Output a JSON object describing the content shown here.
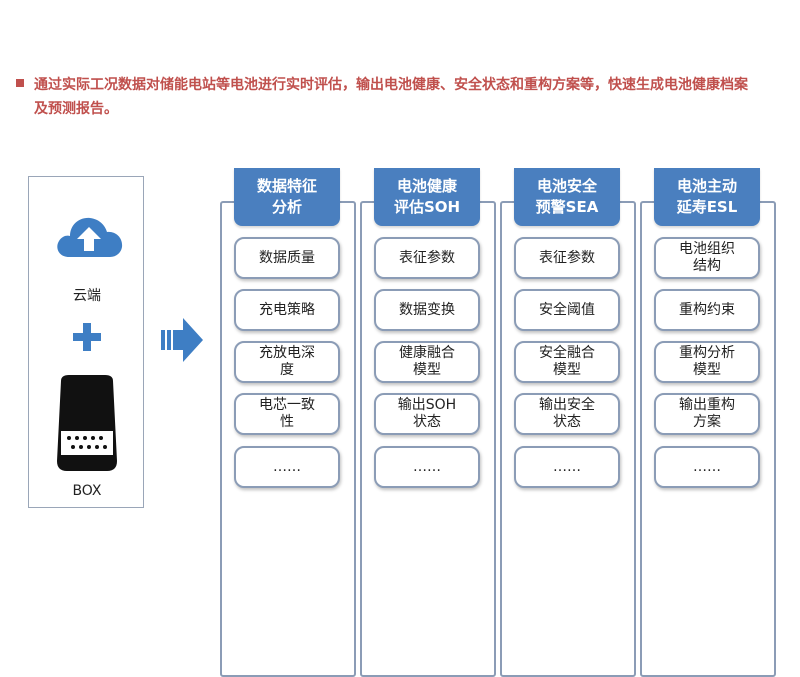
{
  "intro": {
    "text": "通过实际工况数据对储能电站等电池进行实时评估，输出电池健康、安全状态和重构方案等，快速生成电池健康档案及预测报告。"
  },
  "source": {
    "cloud_label": "云端",
    "box_label": "BOX"
  },
  "colors": {
    "accent_red": "#c0504d",
    "tab_blue": "#4a7fbf",
    "border_gray": "#8b9cb6"
  },
  "columns": [
    {
      "title": "数据特征\n分析",
      "items": [
        "数据质量",
        "充电策略",
        "充放电深\n度",
        "电芯一致\n性",
        "……"
      ]
    },
    {
      "title": "电池健康\n评估SOH",
      "items": [
        "表征参数",
        "数据变换",
        "健康融合\n模型",
        "输出SOH\n状态",
        "……"
      ]
    },
    {
      "title": "电池安全\n预警SEA",
      "items": [
        "表征参数",
        "安全阈值",
        "安全融合\n模型",
        "输出安全\n状态",
        "……"
      ]
    },
    {
      "title": "电池主动\n延寿ESL",
      "items": [
        "电池组织\n结构",
        "重构约束",
        "重构分析\n模型",
        "输出重构\n方案",
        "……"
      ]
    }
  ]
}
